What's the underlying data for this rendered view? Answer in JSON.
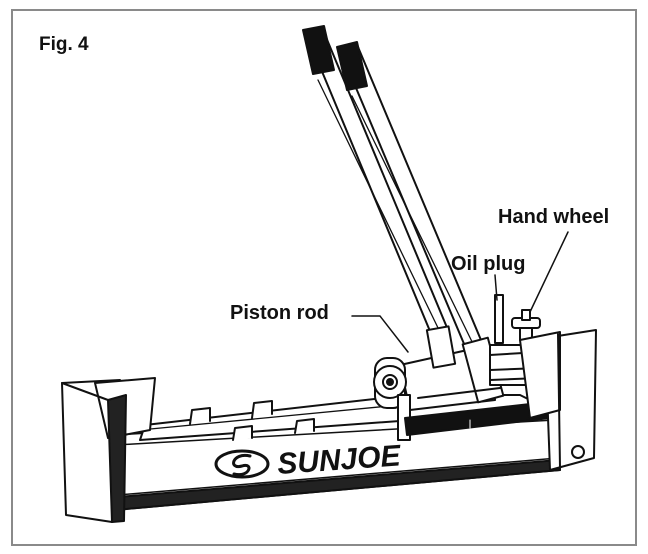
{
  "figure": {
    "label": "Fig. 4",
    "brand_logo_text": "SUNJOE"
  },
  "callouts": {
    "piston_rod": "Piston rod",
    "oil_plug": "Oil plug",
    "hand_wheel": "Hand wheel"
  },
  "colors": {
    "line": "#111111",
    "frame_border": "#8a8a8a",
    "background": "#ffffff"
  }
}
